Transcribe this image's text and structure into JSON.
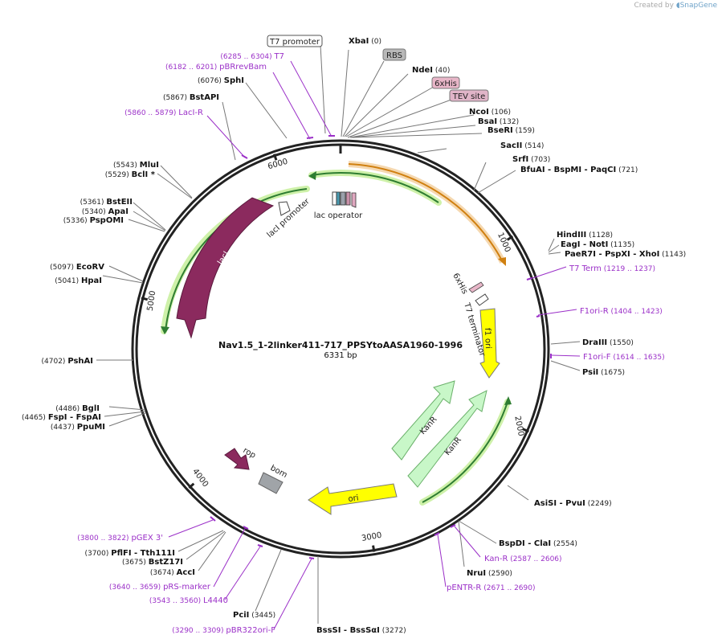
{
  "header": {
    "created_by": "Created by",
    "brand": "SnapGene"
  },
  "plasmid": {
    "name": "Nav1.5_1-2linker411-717_PPSYtoAASA1960-1996",
    "size": "6331 bp",
    "total_bp": 6331
  },
  "colors": {
    "feature_green_arrow": "#2e7d32",
    "feature_green_glow": "#c9f0a0",
    "lacI": "#8b2a5e",
    "f1_ori": "#ffff00",
    "KanR": "#c8f7c8",
    "ori": "#ffff00",
    "rop": "#8b2a5e",
    "bom": "#a0a4a8",
    "primer": "#9b30c8",
    "T7_promoter_box": "#ffffff",
    "RBS_box": "#b8b8b8",
    "his_tag_box": "#e8b6c8",
    "TEV_box": "#e0b4c8",
    "orange_feature": "#f0a030"
  },
  "scale_ticks": [
    {
      "bp": 1000,
      "label": "1000"
    },
    {
      "bp": 2000,
      "label": "2000"
    },
    {
      "bp": 3000,
      "label": "3000"
    },
    {
      "bp": 4000,
      "label": "4000"
    },
    {
      "bp": 5000,
      "label": "5000"
    },
    {
      "bp": 6000,
      "label": "6000"
    }
  ],
  "site_labels": [
    {
      "id": "xbai",
      "text": "XbaI",
      "pos": "(0)",
      "bp": 0
    },
    {
      "id": "ndei",
      "text": "NdeI",
      "pos": "(40)",
      "bp": 40
    },
    {
      "id": "ncoi",
      "text": "NcoI",
      "pos": "(106)",
      "bp": 106
    },
    {
      "id": "bsai",
      "text": "BsaI",
      "pos": "(132)",
      "bp": 132
    },
    {
      "id": "bseri",
      "text": "BseRI",
      "pos": "(159)",
      "bp": 159
    },
    {
      "id": "sacii",
      "text": "SacII",
      "pos": "(514)",
      "bp": 514
    },
    {
      "id": "srfi",
      "text": "SrfI",
      "pos": "(703)",
      "bp": 703
    },
    {
      "id": "bfuai",
      "text": "BfuAI - BspMI - PaqCI",
      "pos": "(721)",
      "bp": 721
    },
    {
      "id": "hindiii",
      "text": "HindIII",
      "pos": "(1128)",
      "bp": 1128
    },
    {
      "id": "eagi",
      "text": "EagI - NotI",
      "pos": "(1135)",
      "bp": 1135
    },
    {
      "id": "paer7i",
      "text": "PaeR7I - PspXI - XhoI",
      "pos": "(1143)",
      "bp": 1143
    },
    {
      "id": "draiii",
      "text": "DraIII",
      "pos": "(1550)",
      "bp": 1550
    },
    {
      "id": "psii",
      "text": "PsiI",
      "pos": "(1675)",
      "bp": 1675
    },
    {
      "id": "asisi",
      "text": "AsiSI - PvuI",
      "pos": "(2249)",
      "bp": 2249
    },
    {
      "id": "bspdi",
      "text": "BspDI - ClaI",
      "pos": "(2554)",
      "bp": 2554
    },
    {
      "id": "nrui",
      "text": "NruI",
      "pos": "(2590)",
      "bp": 2590
    },
    {
      "id": "bsssi",
      "text": "BssSI - BssSαI",
      "pos": "(3272)",
      "bp": 3272
    },
    {
      "id": "pcii",
      "text": "PciI",
      "pos": "(3445)",
      "bp": 3445
    },
    {
      "id": "acci",
      "text": "AccI",
      "pos": "(3674)",
      "bp": 3674
    },
    {
      "id": "bstz17i",
      "text": "BstZ17I",
      "pos": "(3675)",
      "bp": 3675
    },
    {
      "id": "pflfi",
      "text": "PflFI - Tth111I",
      "pos": "(3700)",
      "bp": 3700
    },
    {
      "id": "ppumi",
      "text": "PpuMI",
      "pos": "(4437)",
      "bp": 4437
    },
    {
      "id": "fspi",
      "text": "FspI - FspAI",
      "pos": "(4465)",
      "bp": 4465
    },
    {
      "id": "bgli",
      "text": "BglI",
      "pos": "(4486)",
      "bp": 4486
    },
    {
      "id": "pshai",
      "text": "PshAI",
      "pos": "(4702)",
      "bp": 4702
    },
    {
      "id": "hpai",
      "text": "HpaI",
      "pos": "(5041)",
      "bp": 5041
    },
    {
      "id": "ecorv",
      "text": "EcoRV",
      "pos": "(5097)",
      "bp": 5097
    },
    {
      "id": "pspomi",
      "text": "PspOMI",
      "pos": "(5336)",
      "bp": 5336
    },
    {
      "id": "apai",
      "text": "ApaI",
      "pos": "(5340)",
      "bp": 5340
    },
    {
      "id": "bsteii",
      "text": "BstEII",
      "pos": "(5361)",
      "bp": 5361
    },
    {
      "id": "bcli",
      "text": "BclI *",
      "pos": "(5529)",
      "bp": 5529
    },
    {
      "id": "mlui",
      "text": "MluI",
      "pos": "(5543)",
      "bp": 5543
    },
    {
      "id": "bstapi",
      "text": "BstAPI",
      "pos": "(5867)",
      "bp": 5867
    },
    {
      "id": "sphi",
      "text": "SphI",
      "pos": "(6076)",
      "bp": 6076
    }
  ],
  "primer_labels": [
    {
      "id": "t7",
      "text": "T7",
      "pos": "(6285 .. 6304)"
    },
    {
      "id": "pbrrevbam",
      "text": "pBRrevBam",
      "pos": "(6182 .. 6201)"
    },
    {
      "id": "laci-r",
      "text": "LacI-R",
      "pos": "(5860 .. 5879)"
    },
    {
      "id": "t7-term",
      "text": "T7 Term",
      "pos": "(1219 .. 1237)"
    },
    {
      "id": "f1ori-r",
      "text": "F1ori-R",
      "pos": "(1404 .. 1423)"
    },
    {
      "id": "f1ori-f",
      "text": "F1ori-F",
      "pos": "(1614 .. 1635)"
    },
    {
      "id": "kan-r",
      "text": "Kan-R",
      "pos": "(2587 .. 2606)"
    },
    {
      "id": "pentr-r",
      "text": "pENTR-R",
      "pos": "(2671 .. 2690)"
    },
    {
      "id": "pgex3",
      "text": "pGEX 3'",
      "pos": "(3800 .. 3822)"
    },
    {
      "id": "prs-marker",
      "text": "pRS-marker",
      "pos": "(3640 .. 3659)"
    },
    {
      "id": "l4440",
      "text": "L4440",
      "pos": "(3543 .. 3560)"
    },
    {
      "id": "pbr322ori-f",
      "text": "pBR322ori-F",
      "pos": "(3290 .. 3309)"
    }
  ],
  "boxed_labels": [
    {
      "id": "t7-promoter",
      "text": "T7 promoter"
    },
    {
      "id": "rbs",
      "text": "RBS"
    },
    {
      "id": "6xhis",
      "text": "6xHis"
    },
    {
      "id": "tev-site",
      "text": "TEV site"
    }
  ],
  "feature_labels": {
    "lac_operator": "lac operator",
    "laci_promoter": "lacI promoter",
    "laci": "lacI",
    "sixxhis_inner": "6xHis",
    "t7_terminator": "T7 terminator",
    "f1_ori": "f1 ori",
    "kanr_inner": "KanR",
    "kanr_outer": "KanR",
    "ori": "ori",
    "rop": "rop",
    "bom": "bom"
  }
}
